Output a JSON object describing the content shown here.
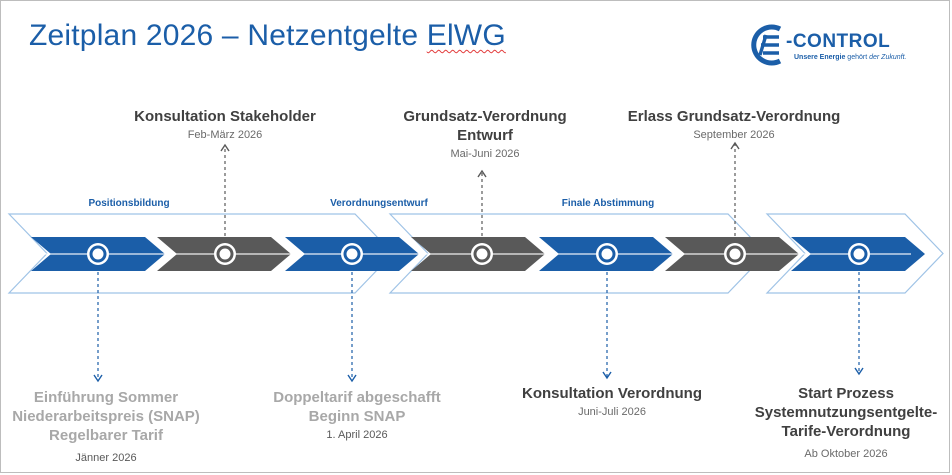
{
  "title": {
    "main": "Zeitplan 2026 – Netzentgelte ",
    "underlined": "ElWG"
  },
  "logo": {
    "name": "-CONTROL",
    "tagline_bold": "Unsere Energie",
    "tagline_mid": " gehört ",
    "tagline_italic": "der Zukunft."
  },
  "phases": [
    "Positionsbildung",
    "Verordnungsentwurf",
    "Finale Abstimmung"
  ],
  "colors": {
    "blue": "#1b5ea8",
    "gray": "#595959",
    "outline": "#9fc3e6",
    "connector": "#1b5ea8"
  },
  "milestones_top": [
    {
      "title": "Konsultation Stakeholder",
      "date": "Feb-März 2026"
    },
    {
      "title": "Grundsatz-Verordnung",
      "title2": "Entwurf",
      "date": "Mai-Juni 2026"
    },
    {
      "title": "Erlass Grundsatz-Verordnung",
      "date": "September 2026"
    }
  ],
  "milestones_bottom": [
    {
      "line1": "Einführung Sommer",
      "line2": "Niederarbeitspreis (SNAP)",
      "line3": "Regelbarer Tarif",
      "date": "Jänner 2026"
    },
    {
      "line1": "Doppeltarif abgeschafft",
      "line2": "Beginn SNAP",
      "date": "1. April 2026"
    },
    {
      "line1": "Konsultation Verordnung",
      "date": "Juni-Juli 2026"
    },
    {
      "line1": "Start Prozess",
      "line2": "Systemnutzungsentgelte-",
      "line3": "Tarife-Verordnung",
      "date": "Ab Oktober 2026"
    }
  ],
  "chevrons": [
    "blue",
    "gray",
    "blue",
    "gray",
    "blue",
    "gray",
    "blue"
  ]
}
